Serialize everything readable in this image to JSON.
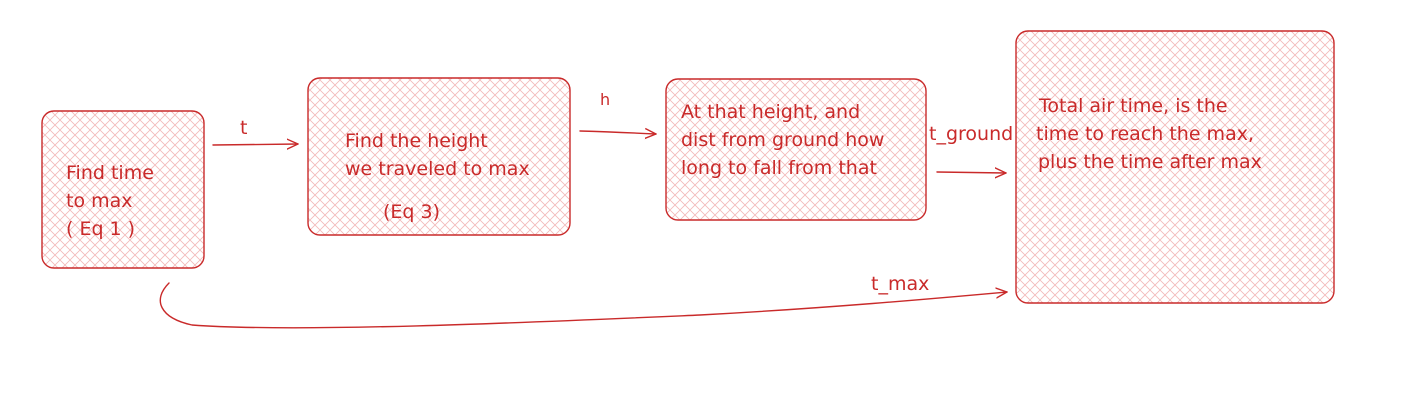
{
  "colors": {
    "stroke": "#c92a2a",
    "hatch": "#f2b8b8",
    "background": "#ffffff"
  },
  "nodes": {
    "time_to_max": {
      "lines": [
        "Find time",
        "to max",
        "( Eq 1 )"
      ]
    },
    "height": {
      "lines": [
        "Find the height",
        "we traveled to max"
      ],
      "ref": "(Eq 3)"
    },
    "fall_time": {
      "lines": [
        "At that height, and",
        "dist from ground how",
        "long to fall from that"
      ]
    },
    "total_time": {
      "lines": [
        "Total air time, is the",
        "time to reach the max,",
        "plus the time after max"
      ]
    }
  },
  "edges": {
    "t": "t",
    "h": "h",
    "t_ground": "t_ground",
    "t_max": "t_max"
  }
}
